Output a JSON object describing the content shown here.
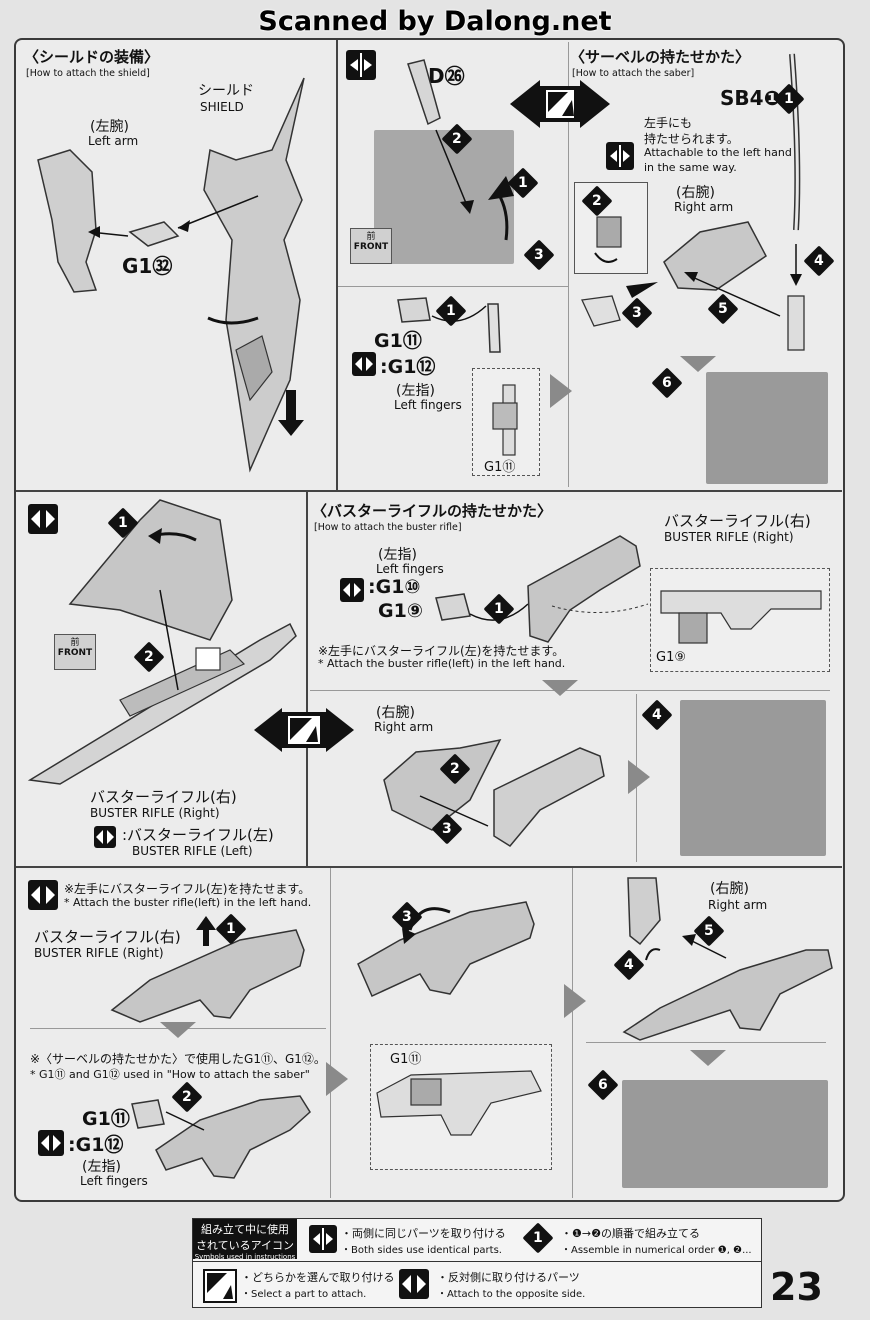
{
  "banner": "Scanned by Dalong.net",
  "page_number": "23",
  "shield_section": {
    "title_jp": "〈シールドの装備〉",
    "title_en": "[How to attach the shield]",
    "shield_label_jp": "シールド",
    "shield_label_en": "SHIELD",
    "arm_label_jp": "(左腕)",
    "arm_label_en": "Left arm",
    "part": "G1㉜"
  },
  "saber_left_section": {
    "part_top": "D㉖",
    "front_jp": "前",
    "front_en": "FRONT",
    "step1_part": "G1⑪",
    "alt_part": ":G1⑫",
    "fingers_jp": "(左指)",
    "fingers_en": "Left fingers",
    "inset_part": "G1⑪"
  },
  "saber_section": {
    "title_jp": "〈サーベルの持たせかた〉",
    "title_en": "[How to attach the saber]",
    "part_sb": "SB4❶",
    "note_jp_1": "左手にも",
    "note_jp_2": "持たせられます。",
    "note_en_1": "Attachable to the left hand",
    "note_en_2": "in the same way.",
    "arm_jp": "(右腕)",
    "arm_en": "Right arm"
  },
  "rifle_section": {
    "title_jp": "〈バスターライフルの持たせかた〉",
    "title_en": "[How to attach the buster rifle]",
    "rifle_right_jp": "バスターライフル(右)",
    "rifle_right_en": "BUSTER RIFLE (Right)",
    "fingers_jp": "(左指)",
    "fingers_en": "Left fingers",
    "part_a": ":G1⑩",
    "part_b": "G1⑨",
    "inset_part": "G1⑨",
    "note_jp": "※左手にバスターライフル(左)を持たせます。",
    "note_en": "* Attach the buster rifle(left) in the left hand.",
    "arm_jp": "(右腕)",
    "arm_en": "Right arm"
  },
  "rifle_mount_section": {
    "front_jp": "前",
    "front_en": "FRONT",
    "rifle_right_jp": "バスターライフル(右)",
    "rifle_right_en": "BUSTER RIFLE (Right)",
    "rifle_left_jp": ":バスターライフル(左)",
    "rifle_left_en": "BUSTER RIFLE (Left)"
  },
  "bottom_section": {
    "note_jp": "※左手にバスターライフル(左)を持たせます。",
    "note_en": "* Attach the buster rifle(left) in the left hand.",
    "rifle_right_jp": "バスターライフル(右)",
    "rifle_right_en": "BUSTER RIFLE (Right)",
    "reuse_jp": "※〈サーベルの持たせかた〉で使用したG1⑪、G1⑫。",
    "reuse_en": "* G1⑪ and G1⑫ used in \"How to attach the saber\"",
    "part_a": "G1⑪",
    "part_b": ":G1⑫",
    "fingers_jp": "(左指)",
    "fingers_en": "Left fingers",
    "inset_part": "G1⑪",
    "arm_jp": "(右腕)",
    "arm_en": "Right arm"
  },
  "legend": {
    "head_jp_1": "組み立て中に使用",
    "head_jp_2": "されているアイコン",
    "head_en": "Symbols used in instructions",
    "both_jp": "・両側に同じパーツを取り付ける",
    "both_en": "・Both sides use identical parts.",
    "order_jp": "・❶→❷の順番で組み立てる",
    "order_en": "・Assemble in numerical order ❶, ❷...",
    "select_jp": "・どちらかを選んで取り付ける",
    "select_en": "・Select a part to attach.",
    "opposite_jp": "・反対側に取り付けるパーツ",
    "opposite_en": "・Attach to the opposite side."
  },
  "steps": [
    "1",
    "2",
    "3",
    "4",
    "5",
    "6"
  ]
}
